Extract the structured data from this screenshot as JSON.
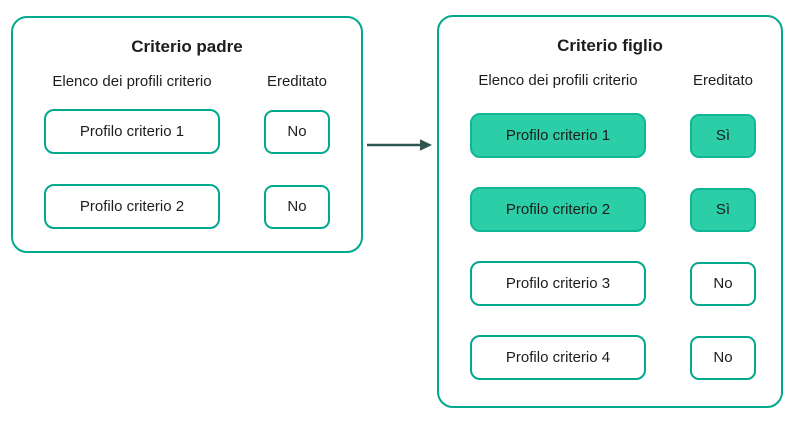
{
  "colors": {
    "teal_border": "#00a88e",
    "green_fill": "#2bcea7",
    "green_fill_border": "#10b795",
    "arrow_color": "#2e564e",
    "text_color": "#1d1d1b",
    "bg_color": "#ffffff"
  },
  "parent_panel": {
    "title": "Criterio padre",
    "list_header": "Elenco dei profili criterio",
    "inherited_header": "Ereditato",
    "rows": [
      {
        "profile": "Profilo criterio 1",
        "inherited": "No",
        "highlighted": false
      },
      {
        "profile": "Profilo criterio 2",
        "inherited": "No",
        "highlighted": false
      }
    ]
  },
  "child_panel": {
    "title": "Criterio figlio",
    "list_header": "Elenco dei profili criterio",
    "inherited_header": "Ereditato",
    "rows": [
      {
        "profile": "Profilo criterio 1",
        "inherited": "Sì",
        "highlighted": true
      },
      {
        "profile": "Profilo criterio 2",
        "inherited": "Sì",
        "highlighted": true
      },
      {
        "profile": "Profilo criterio 3",
        "inherited": "No",
        "highlighted": false
      },
      {
        "profile": "Profilo criterio 4",
        "inherited": "No",
        "highlighted": false
      }
    ]
  }
}
